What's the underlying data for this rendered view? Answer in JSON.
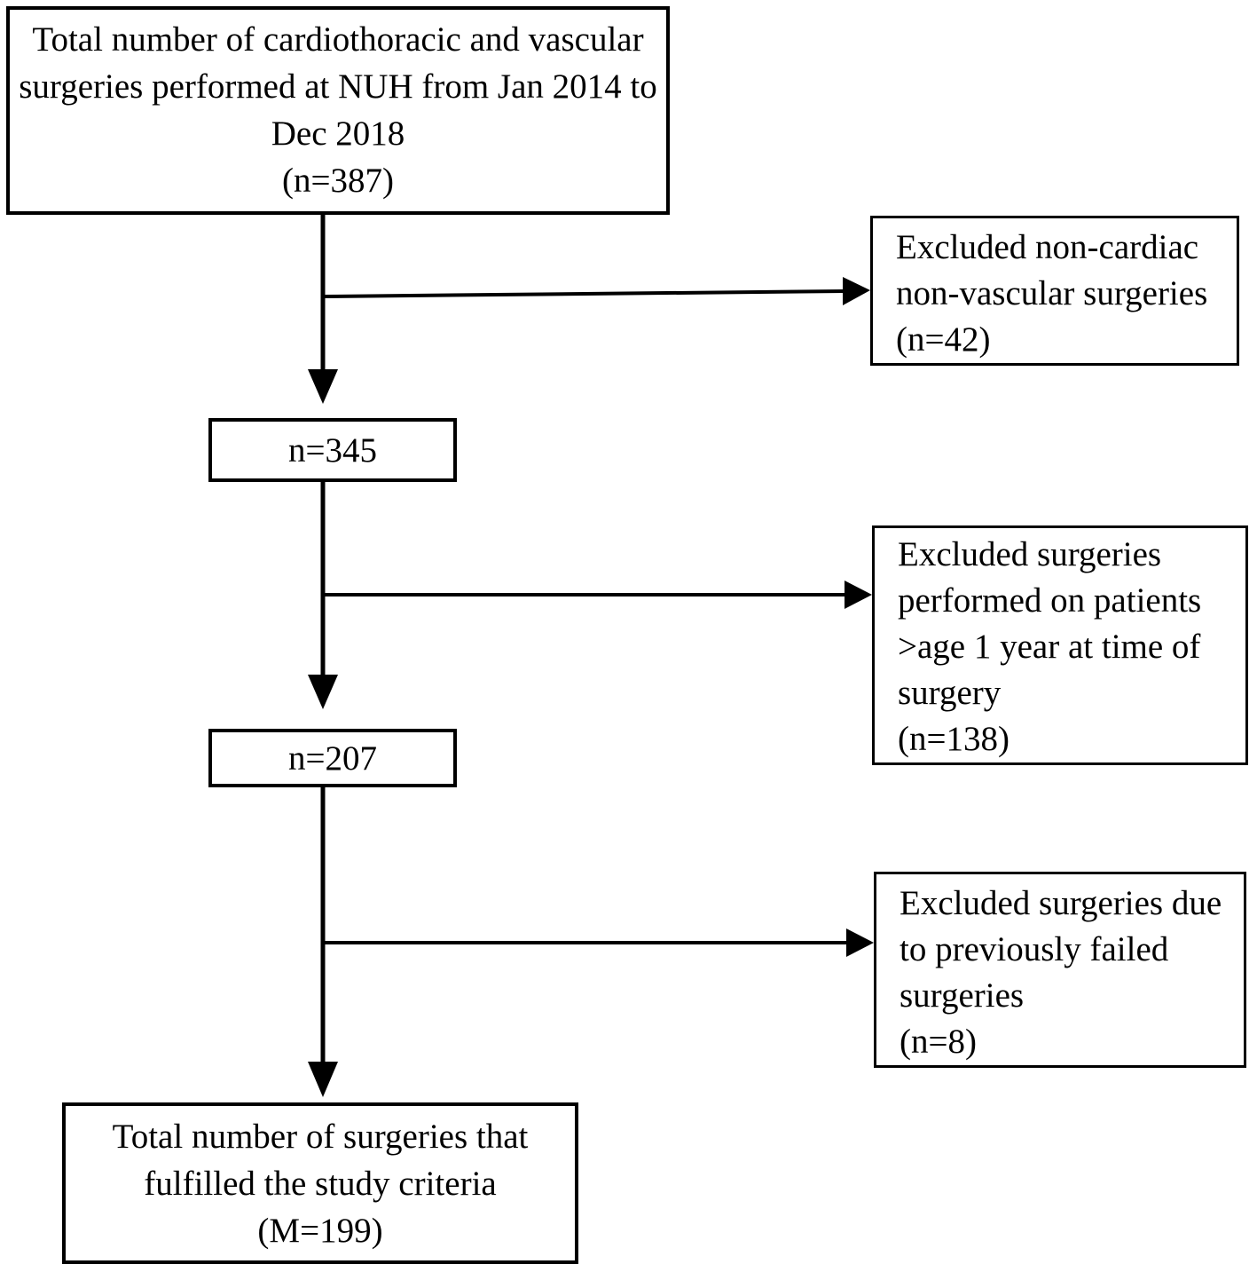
{
  "diagram": {
    "type": "flowchart",
    "colors": {
      "stroke": "#000000",
      "text": "#000000",
      "background": "#ffffff"
    },
    "boxes": {
      "total": {
        "lines": [
          "Total number of cardiothoracic and vascular",
          "surgeries performed at NUH from Jan 2014 to",
          "Dec 2018",
          "(n=387)"
        ]
      },
      "excluded_noncardiac": {
        "lines": [
          "Excluded non-cardiac",
          "non-vascular surgeries",
          "(n=42)"
        ]
      },
      "n345": {
        "label": "n=345"
      },
      "excluded_age": {
        "lines": [
          "Excluded surgeries",
          "performed on patients",
          ">age 1 year at time of",
          "surgery",
          "(n=138)"
        ]
      },
      "n207": {
        "label": "n=207"
      },
      "excluded_failed": {
        "lines": [
          "Excluded surgeries due",
          "to previously failed",
          "surgeries",
          "(n=8)"
        ]
      },
      "final": {
        "lines": [
          "Total number of surgeries that",
          "fulfilled the study criteria",
          "(M=199)"
        ]
      }
    }
  }
}
